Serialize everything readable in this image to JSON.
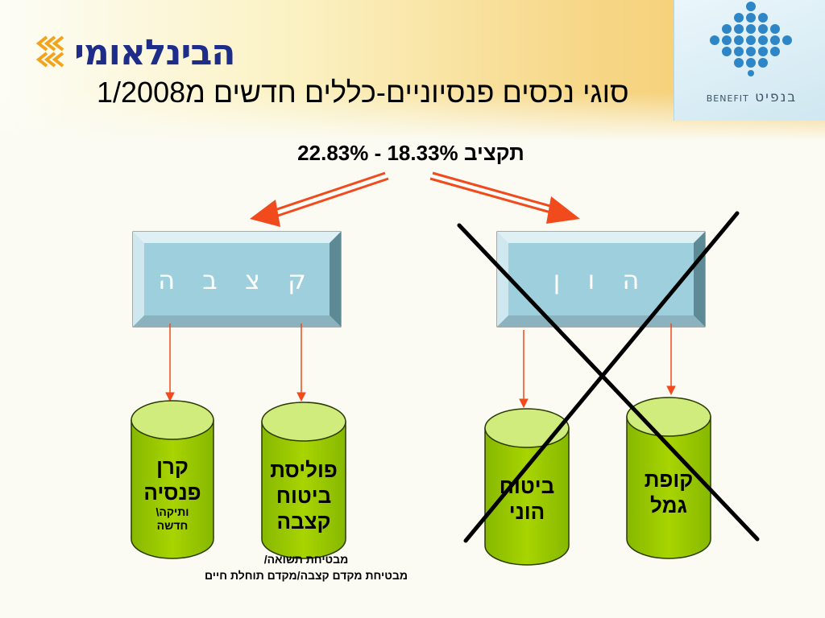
{
  "header": {
    "logo_text": "הבינלאומי",
    "benefit_hebrew": "בנפיט",
    "benefit_english": "BENEFIT"
  },
  "slide": {
    "title": "סוגי נכסים פנסיוניים-כללים חדשים מ1/2008",
    "rate_label": "תקציב 18.33% - 22.83%"
  },
  "boxes": {
    "annuity": "ק צ ב ה",
    "capital": "ה ו ן"
  },
  "cylinders": {
    "pension_fund": {
      "line1": "קרן",
      "line2": "פנסיה",
      "line3": "ותיקה\\",
      "line4": "חדשה"
    },
    "insurance_policy": {
      "line1": "פוליסת",
      "line2": "ביטוח",
      "line3": "קצבה"
    },
    "capital_insurance": {
      "line1": "ביטוח",
      "line2": "הוני"
    },
    "provident_fund": {
      "line1": "קופת",
      "line2": "גמל"
    }
  },
  "notes": {
    "line1": "מבטיחת תשואה/",
    "line2": "מבטיחת מקדם קצבה/מקדם תוחלת חיים"
  },
  "colors": {
    "arrow_red": "#f04a1d",
    "box_face": "#b9dde6",
    "cylinder_green": "#99cc00",
    "cylinder_top": "#d3ee8a",
    "cross": "#000000"
  }
}
